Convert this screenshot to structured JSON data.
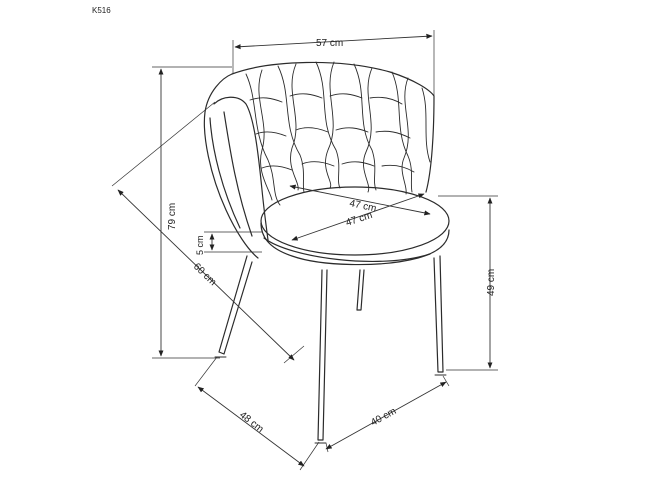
{
  "model_code": "K516",
  "dimensions": {
    "total_width": "57 cm",
    "total_height": "79 cm",
    "seat_height": "49 cm",
    "depth_diagonal": "60 cm",
    "seat_width": "47 cm",
    "seat_depth": "47 cm",
    "seat_thickness": "5 cm",
    "base_depth": "48 cm",
    "base_width": "40 cm"
  }
}
